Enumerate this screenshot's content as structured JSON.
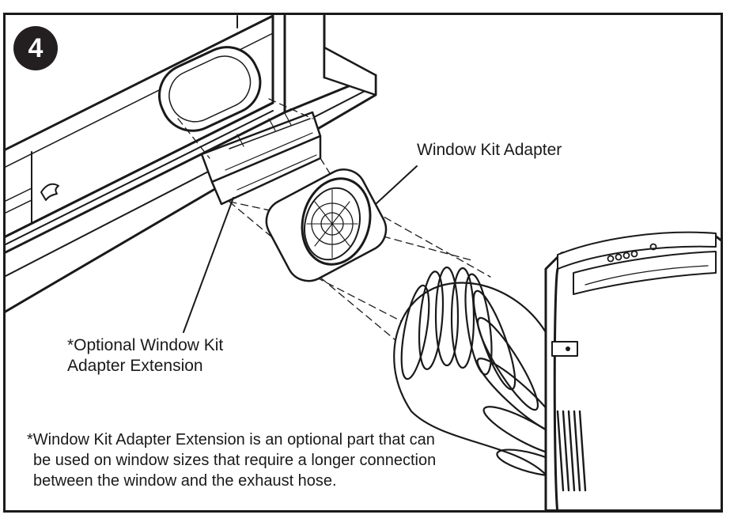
{
  "step": {
    "number": "4"
  },
  "callouts": {
    "adapter": "Window Kit Adapter",
    "extension_line1": "*Optional Window Kit",
    "extension_line2": "Adapter Extension"
  },
  "footnote": {
    "line1": "*Window Kit Adapter Extension is an optional part that can",
    "line2": "be used on window sizes that require a longer connection",
    "line3": "between the window and the exhaust hose."
  },
  "colors": {
    "ink": "#1a1a1a",
    "badge_bg": "#231f20",
    "background": "#ffffff"
  }
}
